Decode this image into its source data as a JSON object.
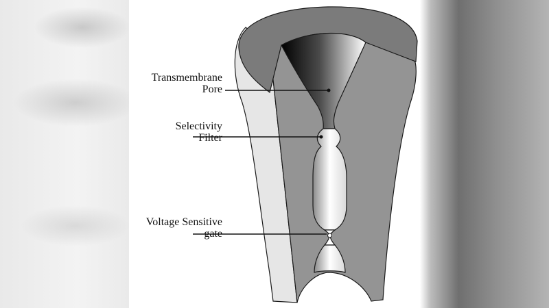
{
  "labels": {
    "transmembrane_pore": [
      "Transmembrane",
      "Pore"
    ],
    "selectivity_filter": [
      "Selectivity",
      "Filter"
    ],
    "voltage_gate": [
      "Voltage Sensitive",
      "gate"
    ]
  },
  "colors": {
    "rim": "#7b7b7b",
    "wall": "#949494",
    "outer_face": "#e6e6e6",
    "lumen_light": "#ffffff",
    "lumen_dark": "#000000",
    "outline": "#1a1a1a"
  }
}
